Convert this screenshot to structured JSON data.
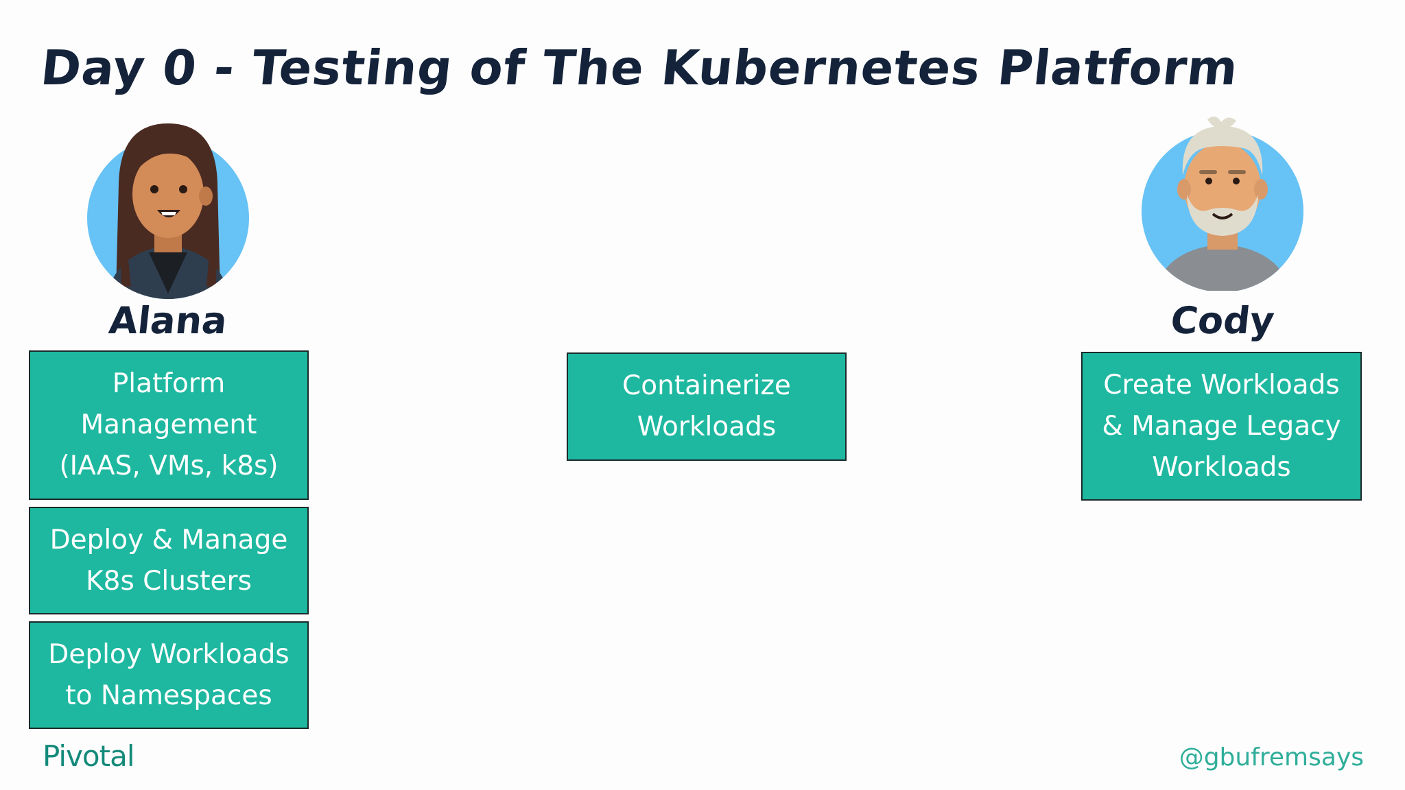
{
  "title": "Day 0 - Testing of The Kubernetes Platform",
  "personas": {
    "left": {
      "name": "Alana",
      "avatar_icon": "woman-avatar-icon"
    },
    "right": {
      "name": "Cody",
      "avatar_icon": "bearded-man-avatar-icon"
    }
  },
  "boxes": {
    "platform_management": "Platform Management (IAAS, VMs, k8s)",
    "deploy_manage_clusters": "Deploy & Manage K8s Clusters",
    "deploy_workloads": "Deploy Workloads to Namespaces",
    "containerize_workloads": "Containerize Workloads",
    "create_workloads": "Create Workloads & Manage Legacy Workloads"
  },
  "footer": {
    "logo": "Pivotal",
    "handle": "@gbufremsays"
  },
  "colors": {
    "box_fill": "#1eb8a0",
    "title_text": "#14233a",
    "avatar_bg": "#67c2f5",
    "brand_green": "#138a7a"
  }
}
